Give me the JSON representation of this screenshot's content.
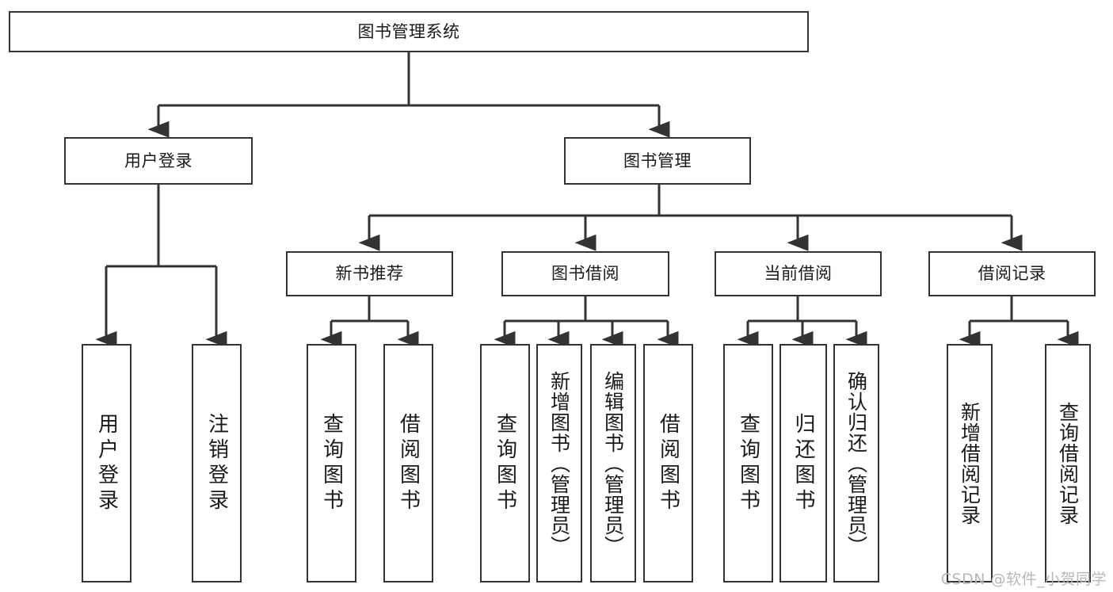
{
  "diagram": {
    "type": "tree-hierarchy",
    "title": "图书管理系统",
    "background_color": "#ffffff",
    "line_color": "#333333",
    "box_border_color": "#333333",
    "box_fill_color": "#ffffff",
    "text_color": "#1a1a1a"
  },
  "nodes": {
    "root": {
      "label": "图书管理系统"
    },
    "level1": [
      {
        "id": "user-login",
        "label": "用户登录"
      },
      {
        "id": "book-manage",
        "label": "图书管理"
      }
    ],
    "level2": [
      {
        "id": "new-book-recommend",
        "label": "新书推荐"
      },
      {
        "id": "book-borrow",
        "label": "图书借阅"
      },
      {
        "id": "current-borrow",
        "label": "当前借阅"
      },
      {
        "id": "borrow-record",
        "label": "借阅记录"
      }
    ],
    "leaves": [
      {
        "id": "leaf-user-login",
        "label": "用户登录",
        "parent": "user-login"
      },
      {
        "id": "leaf-user-logout",
        "label": "注销登录",
        "parent": "user-login"
      },
      {
        "id": "leaf-query-book-1",
        "label": "查询图书",
        "parent": "new-book-recommend"
      },
      {
        "id": "leaf-borrow-book-1",
        "label": "借阅图书",
        "parent": "new-book-recommend"
      },
      {
        "id": "leaf-query-book-2",
        "label": "查询图书",
        "parent": "book-borrow"
      },
      {
        "id": "leaf-add-book",
        "label": "新增图书（管理员）",
        "parent": "book-borrow"
      },
      {
        "id": "leaf-edit-book",
        "label": "编辑图书（管理员）",
        "parent": "book-borrow"
      },
      {
        "id": "leaf-borrow-book-2",
        "label": "借阅图书",
        "parent": "book-borrow"
      },
      {
        "id": "leaf-query-book-3",
        "label": "查询图书",
        "parent": "current-borrow"
      },
      {
        "id": "leaf-return-book",
        "label": "归还图书",
        "parent": "current-borrow"
      },
      {
        "id": "leaf-confirm-return",
        "label": "确认归还（管理员）",
        "parent": "current-borrow"
      },
      {
        "id": "leaf-add-record",
        "label": "新增借阅记录",
        "parent": "borrow-record"
      },
      {
        "id": "leaf-query-record",
        "label": "查询借阅记录",
        "parent": "borrow-record"
      }
    ]
  },
  "watermark": {
    "text": "CSDN @软件_小贺同学"
  }
}
